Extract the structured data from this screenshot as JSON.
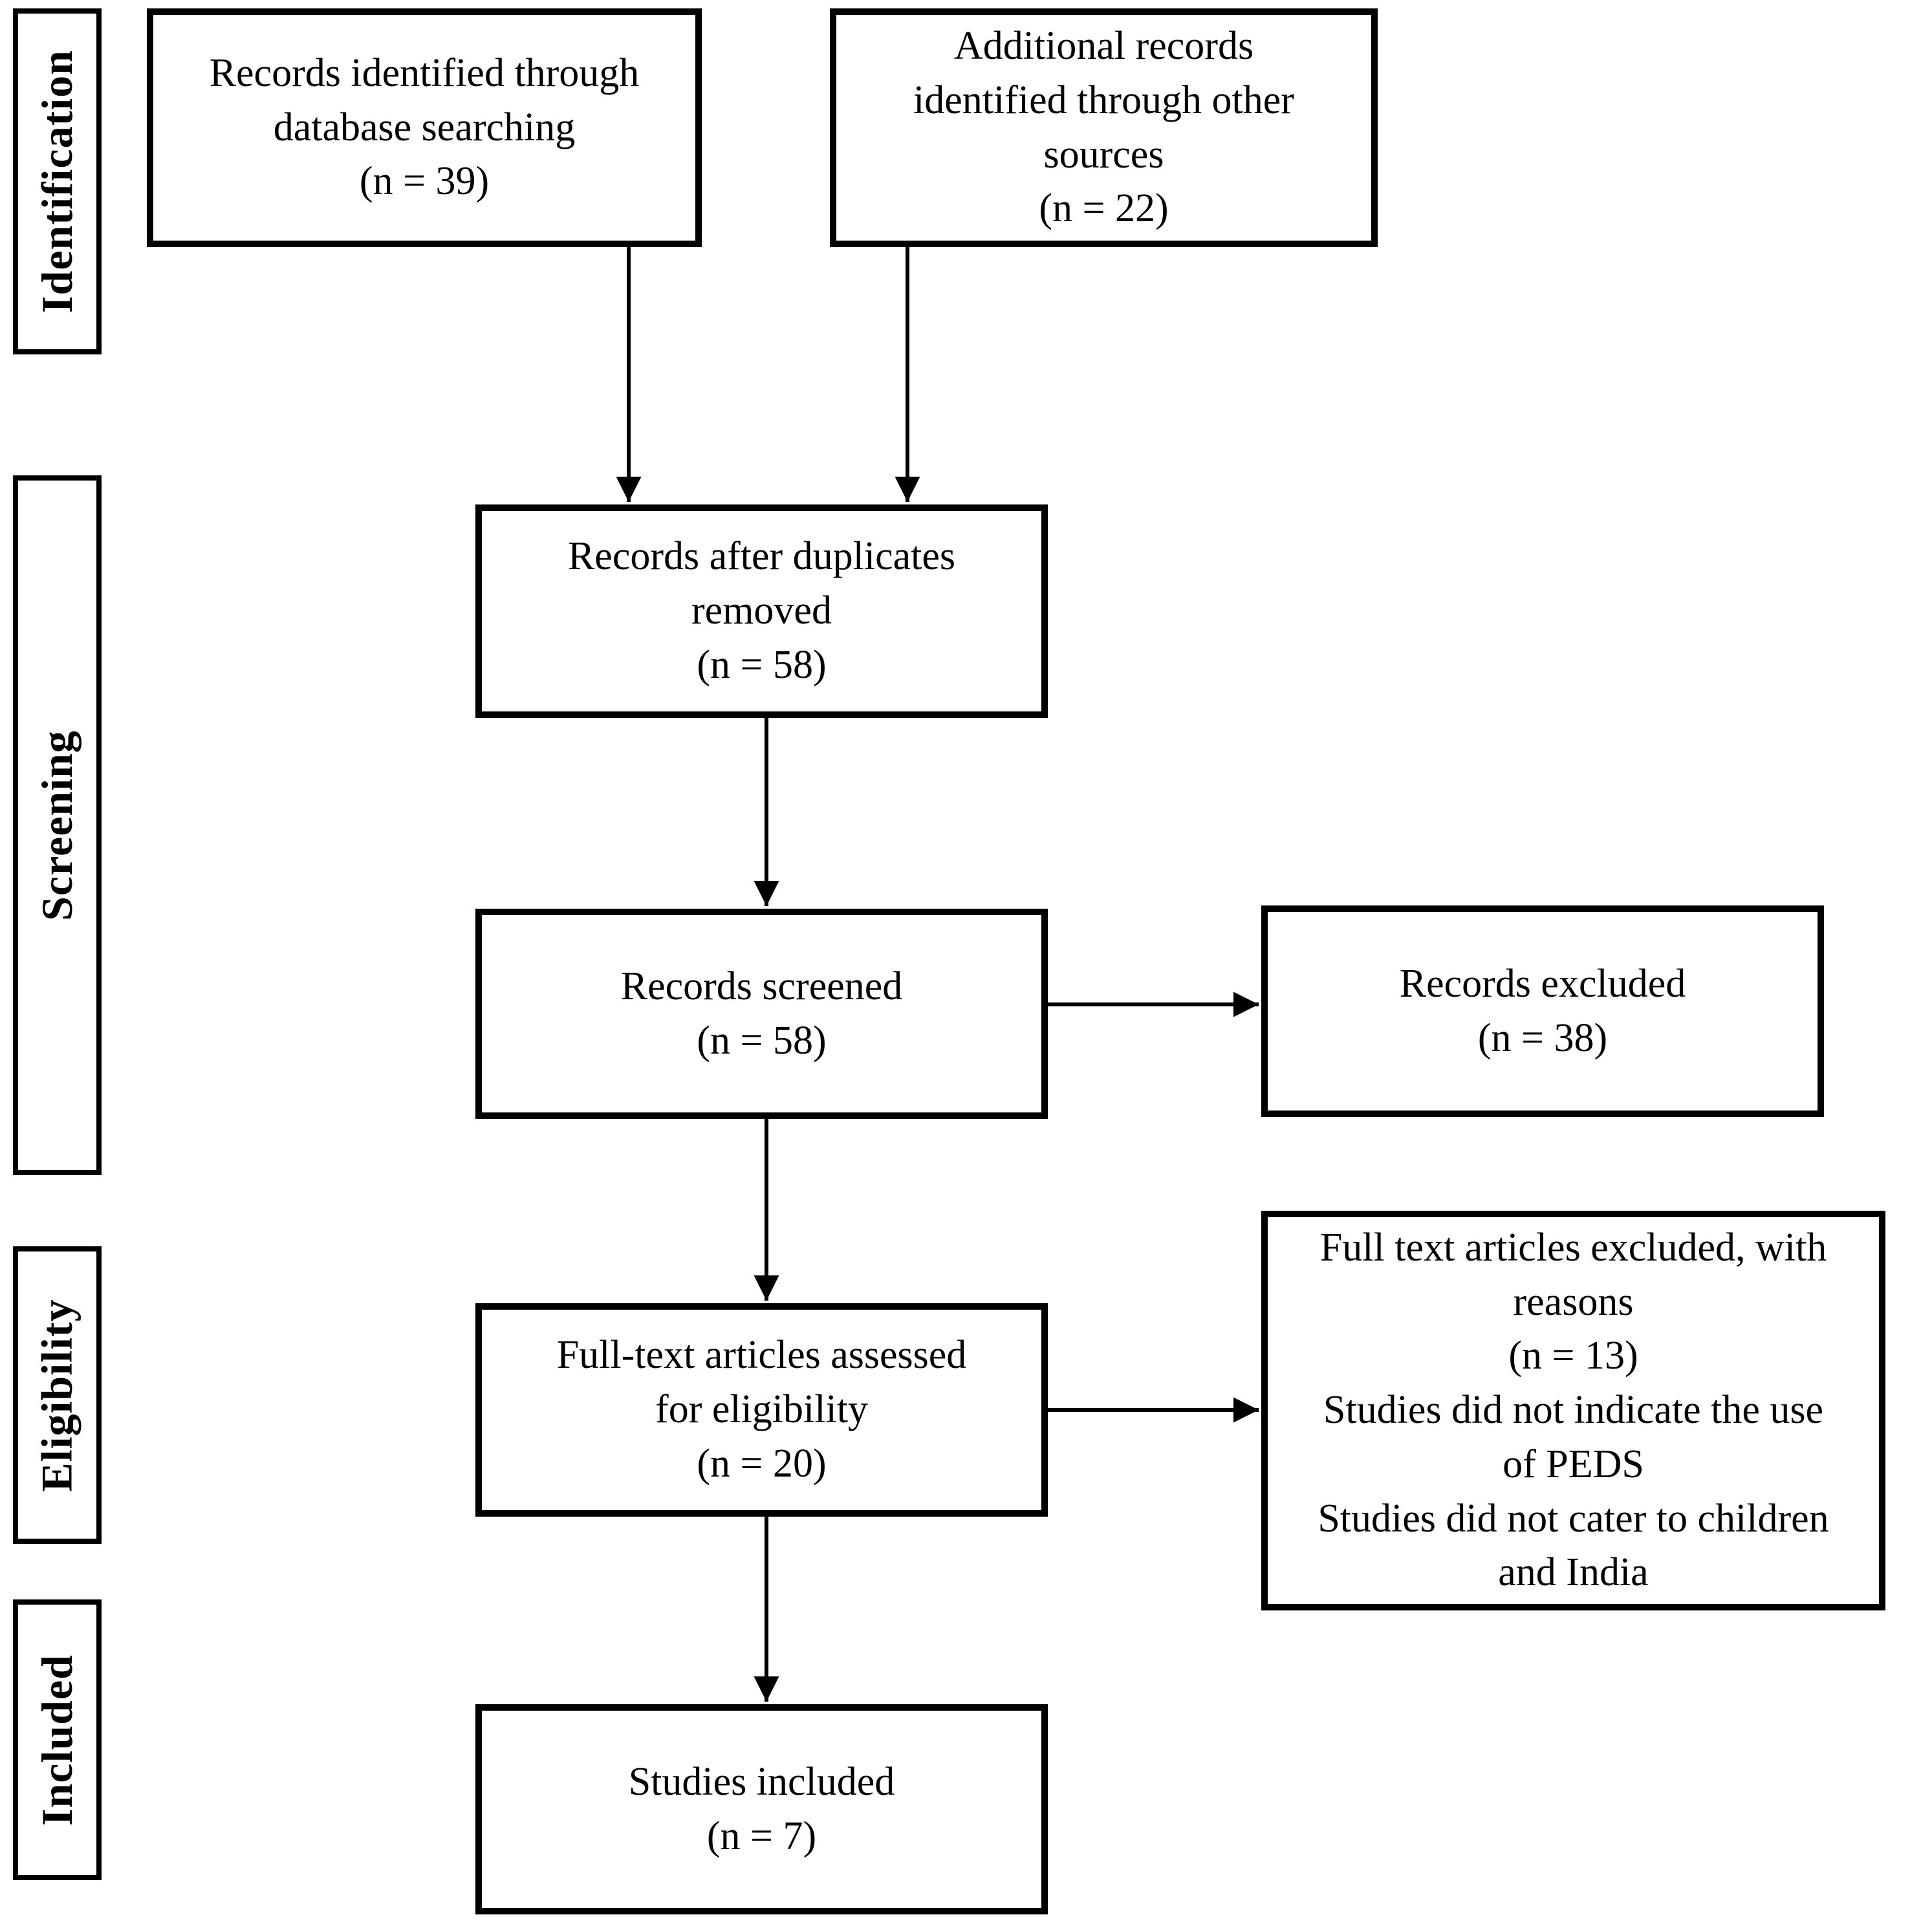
{
  "figure": {
    "type": "prisma-flow-diagram",
    "colors": {
      "ink": "#000000",
      "background": "#ffffff"
    },
    "stages": [
      {
        "label": "Identification"
      },
      {
        "label": "Screening"
      },
      {
        "label": "Eligibility"
      },
      {
        "label": "Included"
      }
    ],
    "boxes": {
      "records_identified": {
        "text": "Records identified through\ndatabase searching\n(n = 39)",
        "n": 39
      },
      "additional_records": {
        "text": "Additional records\nidentified through other\nsources\n(n = 22)",
        "n": 22
      },
      "after_duplicates": {
        "text": "Records after duplicates\nremoved\n(n = 58)",
        "n": 58
      },
      "records_screened": {
        "text": "Records screened\n(n = 58)",
        "n": 58
      },
      "records_excluded": {
        "text": "Records excluded\n(n = 38)",
        "n": 38
      },
      "fulltext_assessed": {
        "text": "Full-text articles assessed\nfor eligibility\n(n = 20)",
        "n": 20
      },
      "fulltext_excluded": {
        "text": "Full text articles excluded, with\nreasons\n(n = 13)\nStudies did not indicate the use\nof PEDS\nStudies did not cater to children\nand India",
        "n": 13
      },
      "studies_included": {
        "text": "Studies included\n(n = 7)",
        "n": 7
      }
    }
  }
}
